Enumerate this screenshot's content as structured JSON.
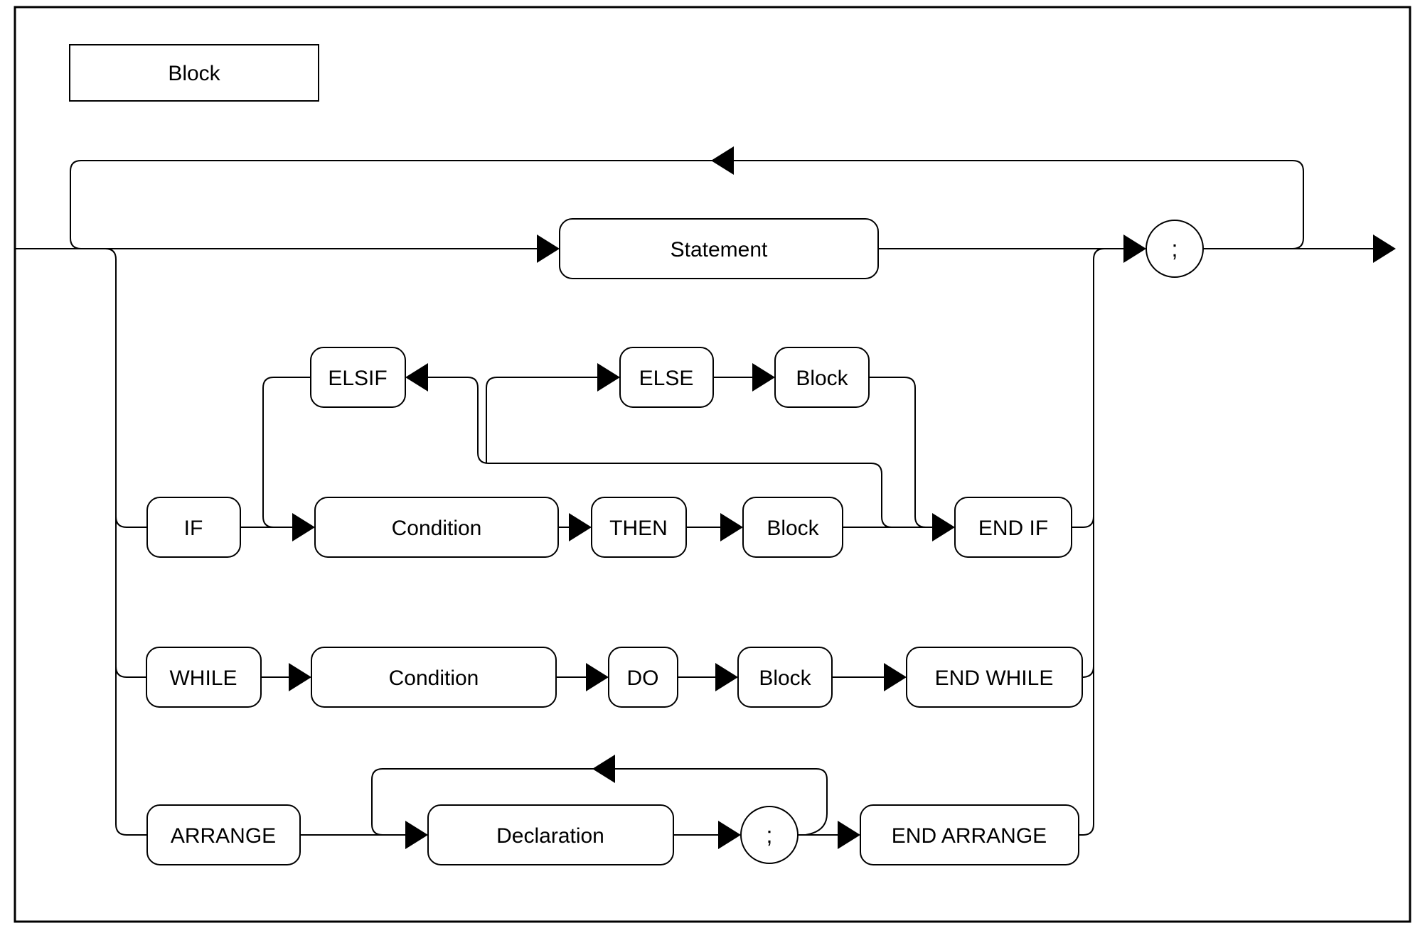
{
  "diagram": {
    "type": "railroad-syntax-diagram",
    "rule_name": "Block",
    "colors": {
      "line": "#000000",
      "box_fill": "#ffffff",
      "background": "#ffffff"
    },
    "labels": {
      "title": "Block",
      "statement": "Statement",
      "statement_semicolon": ";",
      "elsif": "ELSIF",
      "else": "ELSE",
      "else_block": "Block",
      "if": "IF",
      "if_condition": "Condition",
      "then": "THEN",
      "if_block": "Block",
      "end_if": "END IF",
      "while": "WHILE",
      "while_condition": "Condition",
      "do": "DO",
      "while_block": "Block",
      "end_while": "END WHILE",
      "arrange": "ARRANGE",
      "declaration": "Declaration",
      "declaration_semicolon": ";",
      "end_arrange": "END ARRANGE"
    }
  }
}
